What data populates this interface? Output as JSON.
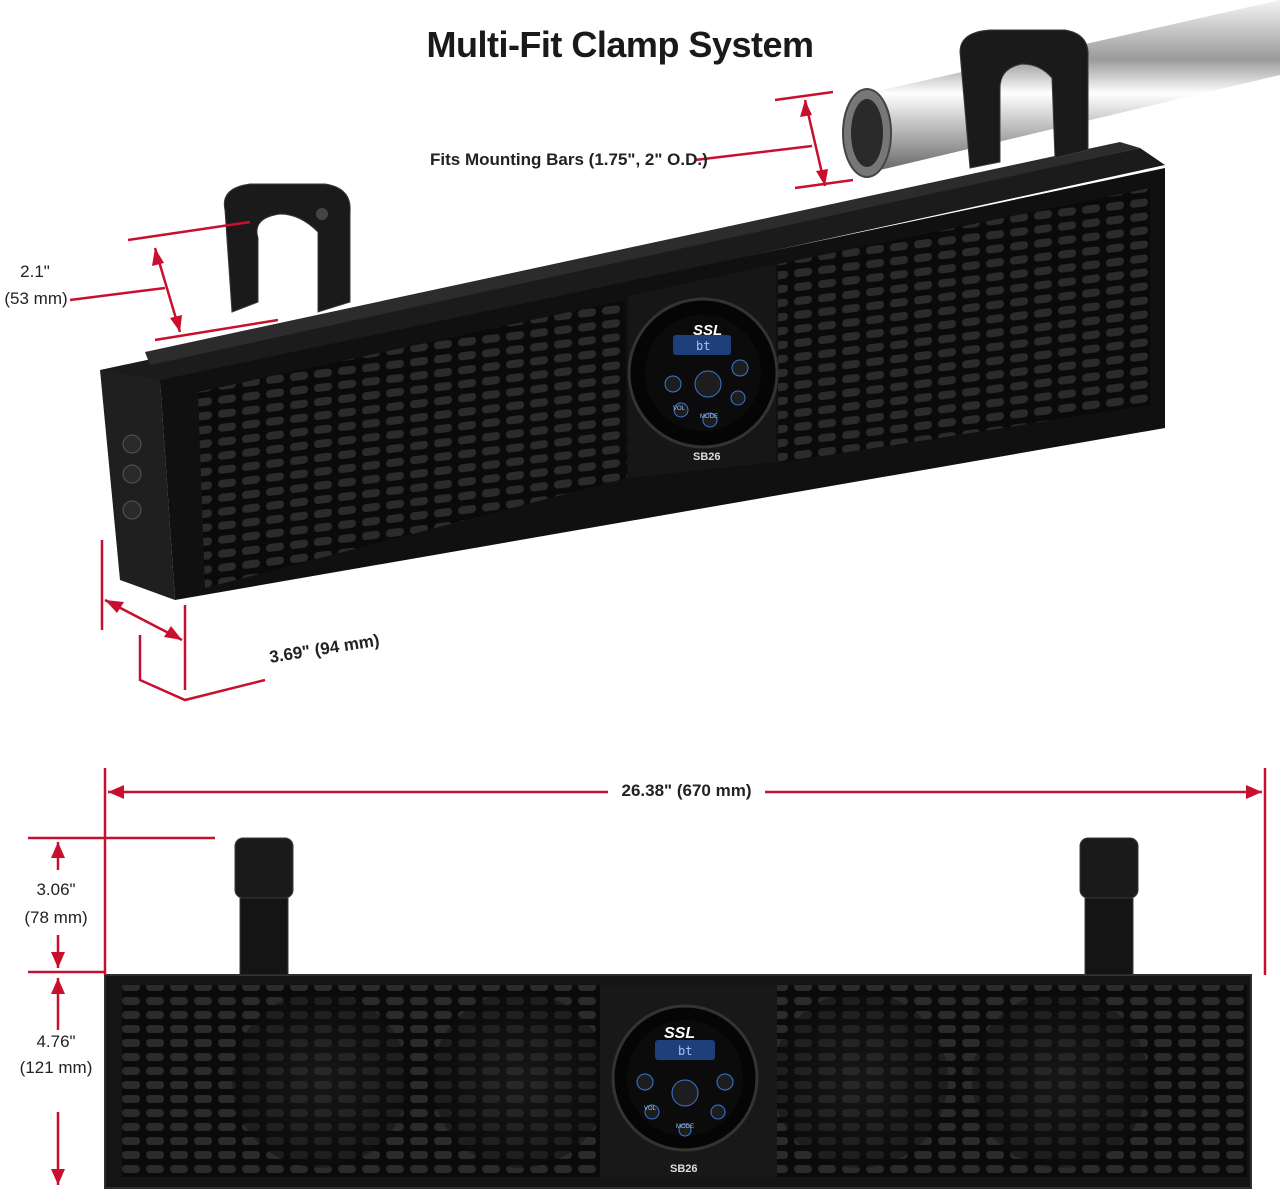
{
  "title": "Multi-Fit Clamp System",
  "colors": {
    "dimension_line": "#c8102e",
    "body": "#111111",
    "lcd": "#3a78d8"
  },
  "annotations": {
    "mounting_bars": "Fits Mounting Bars (1.75\", 2\" O.D.)",
    "clamp_height_in": "2.1\"",
    "clamp_height_mm": "(53 mm)",
    "depth": "3.69\" (94 mm)",
    "width": "26.38\" (670 mm)",
    "clamp_front_in": "3.06\"",
    "clamp_front_mm": "(78 mm)",
    "body_height_in": "4.76\"",
    "body_height_mm": "(121 mm)"
  },
  "product": {
    "brand": "SSL",
    "model": "SB26",
    "display": "bt",
    "vol_label": "VOL",
    "mode_label": "MODE"
  },
  "icons": [
    "prev-track-icon",
    "play-pause-icon",
    "next-track-icon",
    "vol-down-icon",
    "vol-up-icon",
    "power-icon"
  ]
}
